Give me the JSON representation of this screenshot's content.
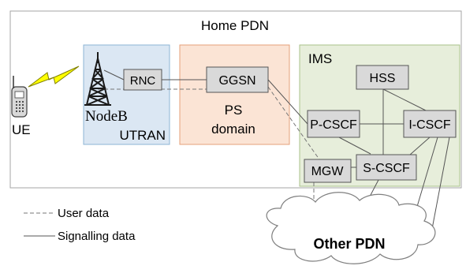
{
  "diagram": {
    "home_pdn": {
      "title": "Home PDN"
    },
    "ue": {
      "label": "UE"
    },
    "utran": {
      "label": "UTRAN",
      "nodeb_label": "NodeB",
      "rnc_label": "RNC",
      "fill": "#dbe7f3"
    },
    "ps_domain": {
      "label_line1": "PS",
      "label_line2": "domain",
      "ggsn_label": "GGSN",
      "fill": "#fbe4d5"
    },
    "ims": {
      "label": "IMS",
      "hss_label": "HSS",
      "pcscf_label": "P-CSCF",
      "icscf_label": "I-CSCF",
      "scscf_label": "S-CSCF",
      "fill": "#e7eedb"
    },
    "mgw": {
      "label": "MGW"
    },
    "other_pdn": {
      "label": "Other PDN"
    },
    "legend": {
      "user_data": "User data",
      "signalling_data": "Signalling data"
    },
    "colors": {
      "node_fill": "#d9d9d9",
      "lightning": "#ffff00",
      "line": "#555555"
    }
  }
}
